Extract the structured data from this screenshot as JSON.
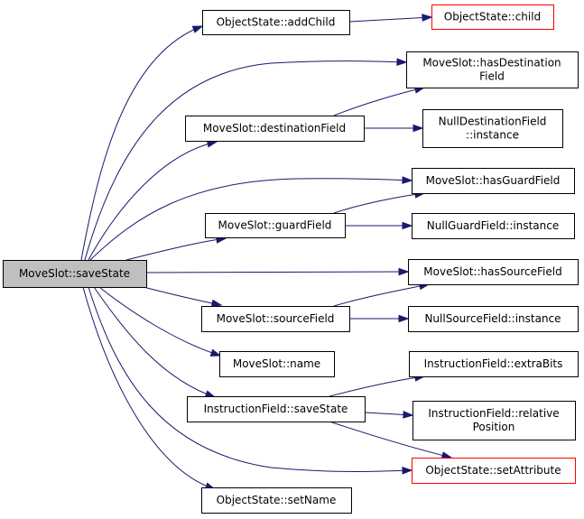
{
  "graph": {
    "colors": {
      "edge": "#191970",
      "root_fill": "#bfbfbf",
      "external_border": "#ff0000"
    },
    "nodes": [
      {
        "id": "saveState",
        "lines": [
          "MoveSlot::saveState"
        ],
        "root": true
      },
      {
        "id": "addChild",
        "lines": [
          "ObjectState::addChild"
        ]
      },
      {
        "id": "child",
        "lines": [
          "ObjectState::child"
        ],
        "external": true
      },
      {
        "id": "hasDest",
        "lines": [
          "MoveSlot::hasDestination",
          "Field"
        ]
      },
      {
        "id": "destField",
        "lines": [
          "MoveSlot::destinationField"
        ]
      },
      {
        "id": "nullDest",
        "lines": [
          "NullDestinationField",
          "::instance"
        ]
      },
      {
        "id": "hasGuard",
        "lines": [
          "MoveSlot::hasGuardField"
        ]
      },
      {
        "id": "guardField",
        "lines": [
          "MoveSlot::guardField"
        ]
      },
      {
        "id": "nullGuard",
        "lines": [
          "NullGuardField::instance"
        ]
      },
      {
        "id": "hasSource",
        "lines": [
          "MoveSlot::hasSourceField"
        ]
      },
      {
        "id": "sourceField",
        "lines": [
          "MoveSlot::sourceField"
        ]
      },
      {
        "id": "nullSource",
        "lines": [
          "NullSourceField::instance"
        ]
      },
      {
        "id": "name",
        "lines": [
          "MoveSlot::name"
        ]
      },
      {
        "id": "extraBits",
        "lines": [
          "InstructionField::extraBits"
        ]
      },
      {
        "id": "ifSaveState",
        "lines": [
          "InstructionField::saveState"
        ]
      },
      {
        "id": "relPos",
        "lines": [
          "InstructionField::relative",
          "Position"
        ]
      },
      {
        "id": "setAttr",
        "lines": [
          "ObjectState::setAttribute"
        ],
        "external": true
      },
      {
        "id": "setName",
        "lines": [
          "ObjectState::setName"
        ]
      }
    ],
    "edges": [
      {
        "from": "saveState",
        "to": "addChild"
      },
      {
        "from": "saveState",
        "to": "hasDest"
      },
      {
        "from": "saveState",
        "to": "destField"
      },
      {
        "from": "saveState",
        "to": "hasGuard"
      },
      {
        "from": "saveState",
        "to": "guardField"
      },
      {
        "from": "saveState",
        "to": "hasSource"
      },
      {
        "from": "saveState",
        "to": "sourceField"
      },
      {
        "from": "saveState",
        "to": "name"
      },
      {
        "from": "saveState",
        "to": "ifSaveState"
      },
      {
        "from": "saveState",
        "to": "setAttr"
      },
      {
        "from": "saveState",
        "to": "setName"
      },
      {
        "from": "addChild",
        "to": "child"
      },
      {
        "from": "destField",
        "to": "hasDest"
      },
      {
        "from": "destField",
        "to": "nullDest"
      },
      {
        "from": "guardField",
        "to": "hasGuard"
      },
      {
        "from": "guardField",
        "to": "nullGuard"
      },
      {
        "from": "sourceField",
        "to": "hasSource"
      },
      {
        "from": "sourceField",
        "to": "nullSource"
      },
      {
        "from": "ifSaveState",
        "to": "extraBits"
      },
      {
        "from": "ifSaveState",
        "to": "relPos"
      },
      {
        "from": "ifSaveState",
        "to": "setAttr"
      }
    ]
  }
}
